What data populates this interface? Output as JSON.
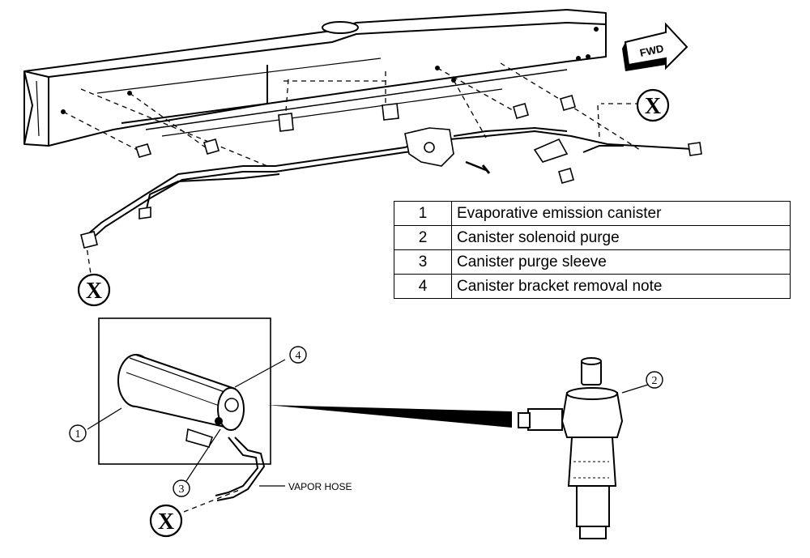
{
  "direction_label": "FWD",
  "reference_mark": "X",
  "parts": [
    {
      "number": "1",
      "description": "Evaporative emission canister"
    },
    {
      "number": "2",
      "description": "Canister solenoid purge"
    },
    {
      "number": "3",
      "description": "Canister purge sleeve"
    },
    {
      "number": "4",
      "description": "Canister bracket removal note"
    }
  ],
  "callouts": [
    "1",
    "2",
    "3",
    "4"
  ],
  "vapor_hose_label": "VAPOR HOSE"
}
